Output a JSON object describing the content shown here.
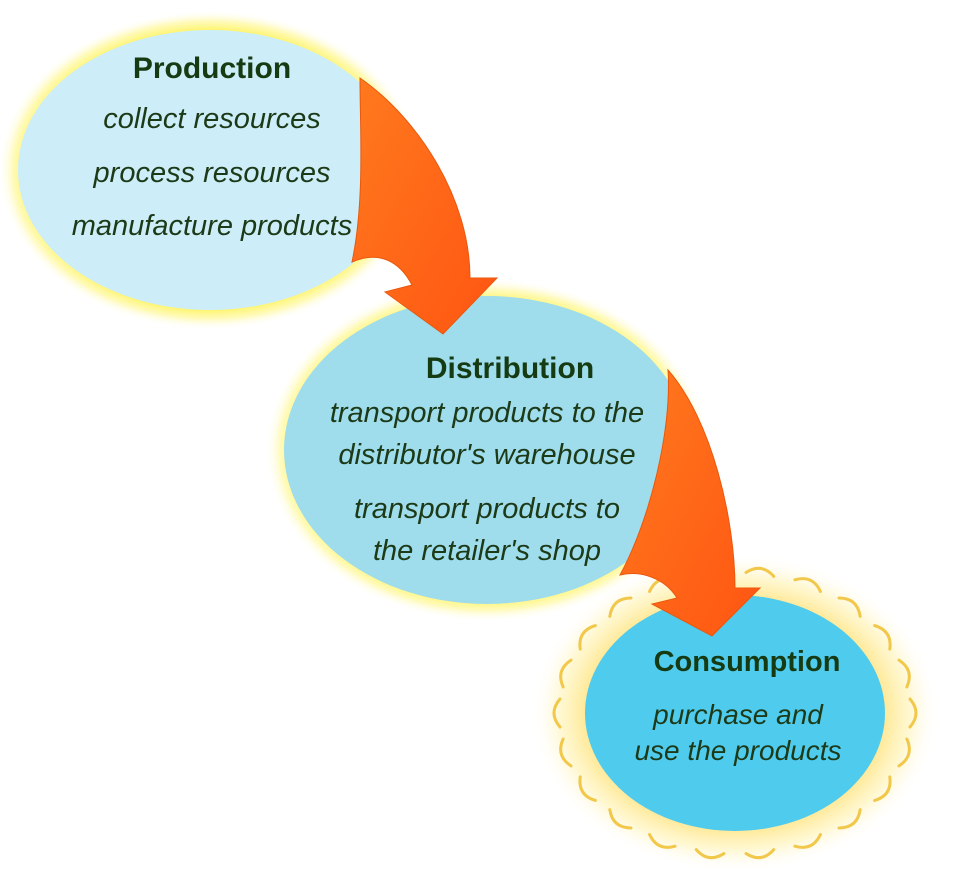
{
  "colors": {
    "production_fill": "#cdeef8",
    "distribution_fill": "#9fdcec",
    "consumption_fill": "#4fcbee",
    "glow": "#fff35a",
    "arrow": "#ff6a1a",
    "title_text": "#163a12",
    "body_text": "#1d3a18"
  },
  "stages": {
    "production": {
      "title": "Production",
      "items": [
        "collect resources",
        "process resources",
        "manufacture products"
      ]
    },
    "distribution": {
      "title": "Distribution",
      "line1": "transport products to the",
      "line2": "distributor's warehouse",
      "line3": "transport products to",
      "line4": "the retailer's shop"
    },
    "consumption": {
      "title": "Consumption",
      "line1": "purchase and",
      "line2": "use the products"
    }
  },
  "icons": {
    "arrows": [
      "curved-arrow-icon",
      "curved-arrow-icon"
    ],
    "sun_rays": "sun-rays-icon"
  }
}
